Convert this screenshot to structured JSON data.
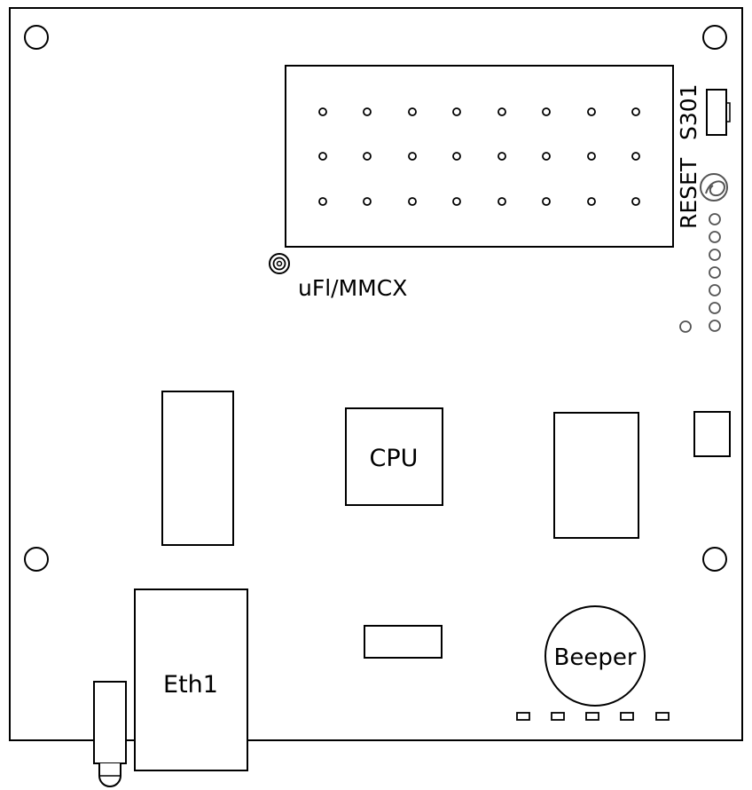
{
  "labels": {
    "cpu": "CPU",
    "eth": "Eth1",
    "beeper": "Beeper",
    "antenna": "uFl/MMCX",
    "reset": "RESET",
    "switch": "S301"
  },
  "colors": {
    "stroke": "#000000",
    "hole_stroke": "#555555",
    "background": "#ffffff"
  }
}
